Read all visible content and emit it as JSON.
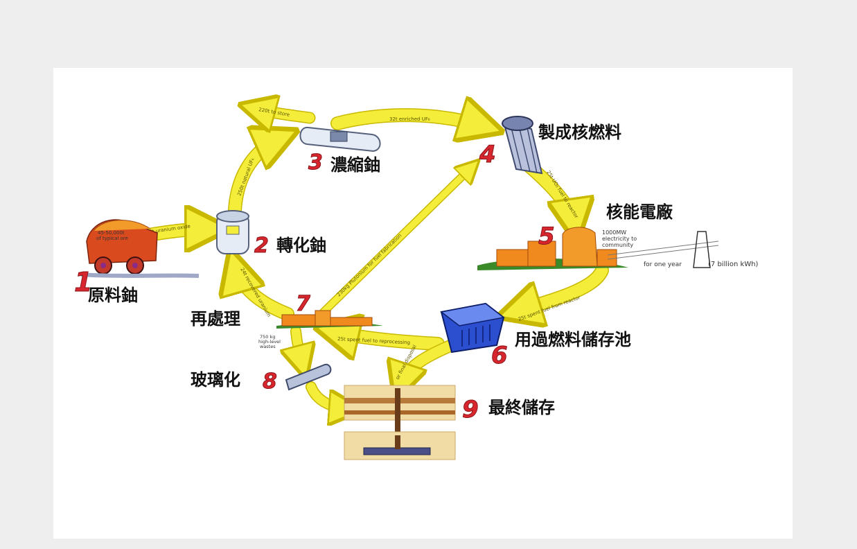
{
  "steps": [
    {
      "num": "1",
      "label": "原料鈾"
    },
    {
      "num": "2",
      "label": "轉化鈾"
    },
    {
      "num": "3",
      "label": "濃縮鈾"
    },
    {
      "num": "4",
      "label": "製成核燃料"
    },
    {
      "num": "5",
      "label": "核能電廠"
    },
    {
      "num": "6",
      "label": "用過燃料儲存池"
    },
    {
      "num": "7",
      "label": "再處理"
    },
    {
      "num": "8",
      "label": "玻璃化"
    },
    {
      "num": "9",
      "label": "最終儲存"
    }
  ],
  "arrows": {
    "a12": "200t uranium oxide",
    "a23": "250t natural UF₆",
    "a3tail": "220t to store",
    "a34": "32t enriched UF₆",
    "a45": "25t UO₂ fuel to reactor",
    "a56": "25t spent fuel from reactor",
    "a67": "25t spent fuel to reprocessing",
    "a72": "24t recovered uranium",
    "a74": "230kg Plutonium for fuel fabrication",
    "a69": "or final disposal"
  },
  "notes": {
    "ore1": "45-50,000t",
    "ore2": "of typical ore",
    "power1": "1000MW",
    "power2": "electricity to",
    "power3": "community",
    "year": "for one year",
    "kwh": "(7 billion kWh)",
    "waste1": "750 kg",
    "waste2": "high-level",
    "waste3": "wastes"
  },
  "colors": {
    "arrow": "#f4ee3a",
    "arrowEdge": "#c9b800",
    "num": "#d8262e",
    "plant": "#f08a1e"
  }
}
